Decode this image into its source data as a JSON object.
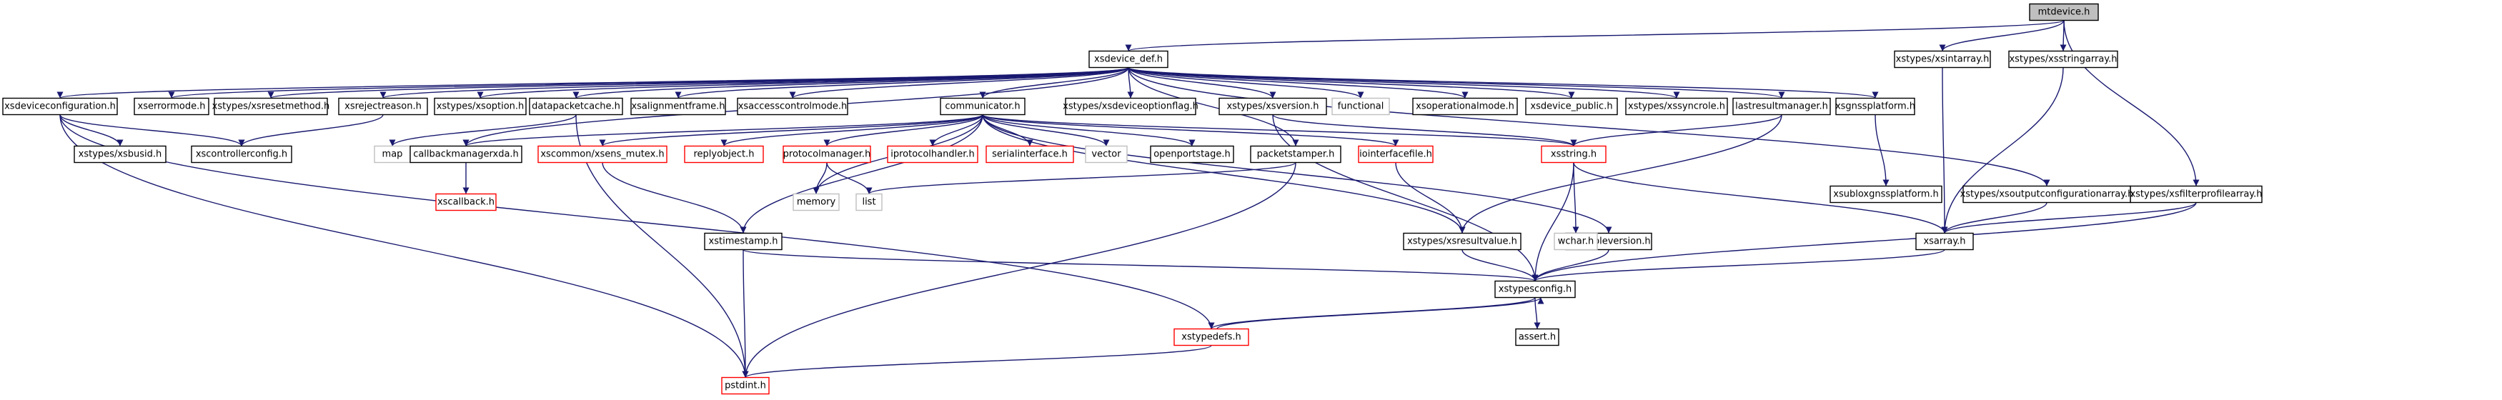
{
  "colors": {
    "edge": "#191970",
    "node_stroke": "#000000",
    "node_stroke_external": "#ff0000",
    "node_stroke_system": "#bfbfbf",
    "node_fill": "#ffffff",
    "node_fill_root": "#bfbfbf",
    "text": "#000000",
    "text_external": "#ff0000"
  },
  "nodes": [
    {
      "id": "mtdevice",
      "label": "mtdevice.h",
      "kind": "root"
    },
    {
      "id": "xsdevice_def",
      "label": "xsdevice_def.h",
      "kind": "normal"
    },
    {
      "id": "xsintarray",
      "label": "xstypes/xsintarray.h",
      "kind": "normal"
    },
    {
      "id": "xsstringarray",
      "label": "xstypes/xsstringarray.h",
      "kind": "normal"
    },
    {
      "id": "xsfilterprofilearray",
      "label": "xstypes/xsfilterprofilearray.h",
      "kind": "normal"
    },
    {
      "id": "xsdeviceconfiguration",
      "label": "xsdeviceconfiguration.h",
      "kind": "normal"
    },
    {
      "id": "xserrormode",
      "label": "xserrormode.h",
      "kind": "normal"
    },
    {
      "id": "xsresetmethod",
      "label": "xstypes/xsresetmethod.h",
      "kind": "normal"
    },
    {
      "id": "xsrejectreason",
      "label": "xsrejectreason.h",
      "kind": "normal"
    },
    {
      "id": "xsoption",
      "label": "xstypes/xsoption.h",
      "kind": "normal"
    },
    {
      "id": "datapacketcache",
      "label": "datapacketcache.h",
      "kind": "normal"
    },
    {
      "id": "xsalignmentframe",
      "label": "xsalignmentframe.h",
      "kind": "normal"
    },
    {
      "id": "xsaccesscontrolmode",
      "label": "xsaccesscontrolmode.h",
      "kind": "normal"
    },
    {
      "id": "communicator",
      "label": "communicator.h",
      "kind": "normal"
    },
    {
      "id": "xsdeviceoptionflag",
      "label": "xstypes/xsdeviceoptionflag.h",
      "kind": "normal"
    },
    {
      "id": "xsversion",
      "label": "xstypes/xsversion.h",
      "kind": "normal"
    },
    {
      "id": "functional",
      "label": "functional",
      "kind": "system"
    },
    {
      "id": "xsoperationalmode",
      "label": "xsoperationalmode.h",
      "kind": "normal"
    },
    {
      "id": "xsdevice_public",
      "label": "xsdevice_public.h",
      "kind": "normal"
    },
    {
      "id": "xssyncrole",
      "label": "xstypes/xssyncrole.h",
      "kind": "normal"
    },
    {
      "id": "lastresultmanager",
      "label": "lastresultmanager.h",
      "kind": "normal"
    },
    {
      "id": "xsgnssplatform",
      "label": "xsgnssplatform.h",
      "kind": "normal"
    },
    {
      "id": "xsbusid",
      "label": "xstypes/xsbusid.h",
      "kind": "normal"
    },
    {
      "id": "xscontrollerconfig",
      "label": "xscontrollerconfig.h",
      "kind": "normal"
    },
    {
      "id": "map",
      "label": "map",
      "kind": "system"
    },
    {
      "id": "callbackmanagerxda",
      "label": "callbackmanagerxda.h",
      "kind": "normal"
    },
    {
      "id": "xsens_mutex",
      "label": "xscommon/xsens_mutex.h",
      "kind": "external"
    },
    {
      "id": "replyobject",
      "label": "replyobject.h",
      "kind": "external"
    },
    {
      "id": "protocolmanager",
      "label": "protocolmanager.h",
      "kind": "external"
    },
    {
      "id": "iprotocolhandler",
      "label": "iprotocolhandler.h",
      "kind": "external"
    },
    {
      "id": "serialinterface",
      "label": "serialinterface.h",
      "kind": "external"
    },
    {
      "id": "vector",
      "label": "vector",
      "kind": "system"
    },
    {
      "id": "openportstage",
      "label": "openportstage.h",
      "kind": "normal"
    },
    {
      "id": "packetstamper",
      "label": "packetstamper.h",
      "kind": "normal"
    },
    {
      "id": "iointerfacefile",
      "label": "iointerfacefile.h",
      "kind": "external"
    },
    {
      "id": "xsstring",
      "label": "xsstring.h",
      "kind": "external"
    },
    {
      "id": "xsubloxgnssplatform",
      "label": "xsubloxgnssplatform.h",
      "kind": "normal"
    },
    {
      "id": "xsoutputconfigurationarray",
      "label": "xstypes/xsoutputconfigurationarray.h",
      "kind": "normal"
    },
    {
      "id": "xscallback",
      "label": "xscallback.h",
      "kind": "external"
    },
    {
      "id": "memory",
      "label": "memory",
      "kind": "system"
    },
    {
      "id": "list",
      "label": "list",
      "kind": "system"
    },
    {
      "id": "xstimestamp",
      "label": "xstimestamp.h",
      "kind": "normal"
    },
    {
      "id": "xsresultvalue",
      "label": "xstypes/xsresultvalue.h",
      "kind": "normal"
    },
    {
      "id": "xssimpleversion",
      "label": "xssimpleversion.h",
      "kind": "normal"
    },
    {
      "id": "wchar",
      "label": "wchar.h",
      "kind": "system"
    },
    {
      "id": "xsarray",
      "label": "xsarray.h",
      "kind": "normal"
    },
    {
      "id": "xstypesconfig",
      "label": "xstypesconfig.h",
      "kind": "normal"
    },
    {
      "id": "xstypedefs",
      "label": "xstypedefs.h",
      "kind": "external"
    },
    {
      "id": "assert",
      "label": "assert.h",
      "kind": "normal"
    },
    {
      "id": "pstdint",
      "label": "pstdint.h",
      "kind": "external"
    }
  ],
  "edges": [
    [
      "mtdevice",
      "xsdevice_def"
    ],
    [
      "mtdevice",
      "xsintarray"
    ],
    [
      "mtdevice",
      "xsstringarray"
    ],
    [
      "mtdevice",
      "xsfilterprofilearray"
    ],
    [
      "xsdevice_def",
      "xsdeviceconfiguration"
    ],
    [
      "xsdevice_def",
      "xserrormode"
    ],
    [
      "xsdevice_def",
      "xsresetmethod"
    ],
    [
      "xsdevice_def",
      "xsrejectreason"
    ],
    [
      "xsdevice_def",
      "xsoption"
    ],
    [
      "xsdevice_def",
      "datapacketcache"
    ],
    [
      "xsdevice_def",
      "xsalignmentframe"
    ],
    [
      "xsdevice_def",
      "xsaccesscontrolmode"
    ],
    [
      "xsdevice_def",
      "communicator"
    ],
    [
      "xsdevice_def",
      "xsdeviceoptionflag"
    ],
    [
      "xsdevice_def",
      "xsversion"
    ],
    [
      "xsdevice_def",
      "functional"
    ],
    [
      "xsdevice_def",
      "xsoperationalmode"
    ],
    [
      "xsdevice_def",
      "xsdevice_public"
    ],
    [
      "xsdevice_def",
      "xssyncrole"
    ],
    [
      "xsdevice_def",
      "lastresultmanager"
    ],
    [
      "xsdevice_def",
      "xsgnssplatform"
    ],
    [
      "xsdevice_def",
      "xsoutputconfigurationarray"
    ],
    [
      "xsdevice_def",
      "callbackmanagerxda"
    ],
    [
      "xsdevice_def",
      "packetstamper"
    ],
    [
      "xsintarray",
      "xsarray"
    ],
    [
      "xsstringarray",
      "xsarray"
    ],
    [
      "xsfilterprofilearray",
      "xsarray"
    ],
    [
      "xsfilterprofilearray",
      "xstypesconfig"
    ],
    [
      "xsdeviceconfiguration",
      "xsbusid"
    ],
    [
      "xsdeviceconfiguration",
      "xscontrollerconfig"
    ],
    [
      "xsdeviceconfiguration",
      "xstypedefs"
    ],
    [
      "xsdeviceconfiguration",
      "pstdint"
    ],
    [
      "xsrejectreason",
      "xscontrollerconfig"
    ],
    [
      "datapacketcache",
      "map"
    ],
    [
      "datapacketcache",
      "pstdint"
    ],
    [
      "communicator",
      "callbackmanagerxda"
    ],
    [
      "communicator",
      "xsens_mutex"
    ],
    [
      "communicator",
      "replyobject"
    ],
    [
      "communicator",
      "protocolmanager"
    ],
    [
      "communicator",
      "iprotocolhandler"
    ],
    [
      "communicator",
      "serialinterface"
    ],
    [
      "communicator",
      "vector"
    ],
    [
      "communicator",
      "openportstage"
    ],
    [
      "communicator",
      "iointerfacefile"
    ],
    [
      "communicator",
      "memory"
    ],
    [
      "communicator",
      "xstimestamp"
    ],
    [
      "communicator",
      "xsresultvalue"
    ],
    [
      "communicator",
      "xssimpleversion"
    ],
    [
      "communicator",
      "xsstring"
    ],
    [
      "xsversion",
      "xsstring"
    ],
    [
      "xsversion",
      "xstypesconfig"
    ],
    [
      "lastresultmanager",
      "xsresultvalue"
    ],
    [
      "lastresultmanager",
      "xsstring"
    ],
    [
      "xsgnssplatform",
      "xsubloxgnssplatform"
    ],
    [
      "xsoutputconfigurationarray",
      "xsarray"
    ],
    [
      "callbackmanagerxda",
      "xscallback"
    ],
    [
      "xsens_mutex",
      "xstimestamp"
    ],
    [
      "protocolmanager",
      "memory"
    ],
    [
      "protocolmanager",
      "list"
    ],
    [
      "packetstamper",
      "list"
    ],
    [
      "packetstamper",
      "pstdint"
    ],
    [
      "iointerfacefile",
      "xsresultvalue"
    ],
    [
      "xsstring",
      "wchar"
    ],
    [
      "xsstring",
      "xsarray"
    ],
    [
      "xsstring",
      "xstypesconfig"
    ],
    [
      "xstimestamp",
      "xstypesconfig"
    ],
    [
      "xstimestamp",
      "pstdint"
    ],
    [
      "xsresultvalue",
      "xstypesconfig"
    ],
    [
      "xssimpleversion",
      "xstypesconfig"
    ],
    [
      "xsarray",
      "xstypesconfig"
    ],
    [
      "xstypesconfig",
      "xstypedefs"
    ],
    [
      "xstypesconfig",
      "assert"
    ],
    [
      "xstypedefs",
      "xstypesconfig"
    ],
    [
      "xstypedefs",
      "pstdint"
    ]
  ]
}
